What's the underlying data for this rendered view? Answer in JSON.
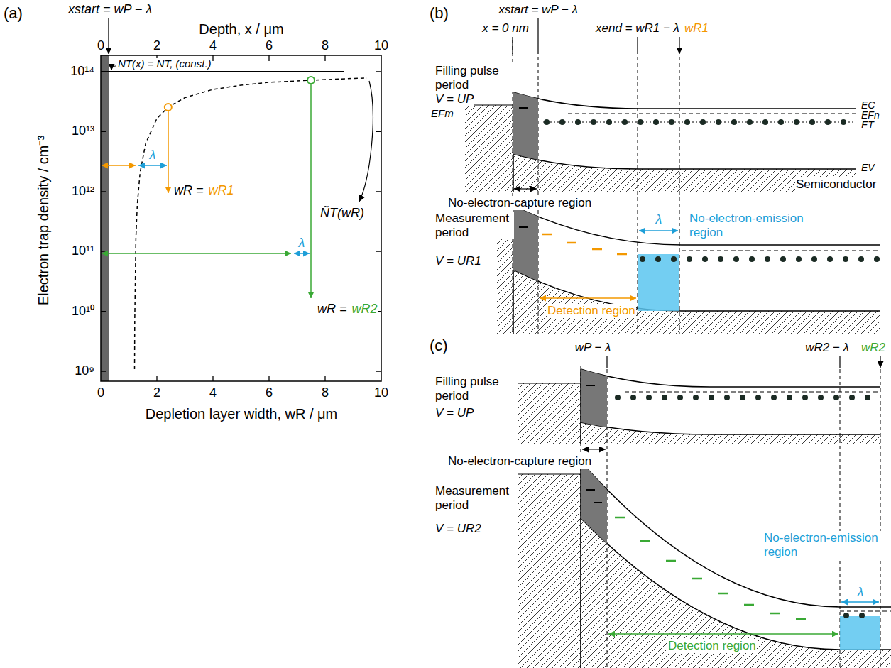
{
  "diagram": {
    "labels": [
      "(a)",
      "xstart = wP − λ",
      "Depth, x / μm",
      "0",
      "2",
      "4",
      "6",
      "8",
      "10",
      "NT(x) = NT, (const.)",
      "λ",
      "wR =",
      "wR1",
      "λ",
      "ÑT(wR)",
      "wR =",
      "wR2",
      "10¹⁴",
      "10¹³",
      "10¹²",
      "10¹¹",
      "10¹⁰",
      "10⁹",
      "0",
      "2",
      "4",
      "6",
      "8",
      "10",
      "Electron trap density / cm⁻³",
      "Depletion layer width, wR / μm",
      "(b)",
      "xstart = wP − λ",
      "x = 0 nm",
      "xend = wR1 − λ",
      "wR1",
      "Filling pulse period",
      "V = UP",
      "EFm",
      "EC",
      "EFn",
      "ET",
      "EV",
      "No-electron-capture region",
      "Semiconductor",
      "Measurement period",
      "V = UR1",
      "λ",
      "No-electron-emission region",
      "Detection region",
      "(c)",
      "wP − λ",
      "wR2 − λ",
      "wR2",
      "Filling pulse period",
      "V = UP",
      "No-electron-capture region",
      "Measurement period",
      "V = UR2",
      "No-electron-emission region",
      "λ",
      "Detection region"
    ]
  }
}
